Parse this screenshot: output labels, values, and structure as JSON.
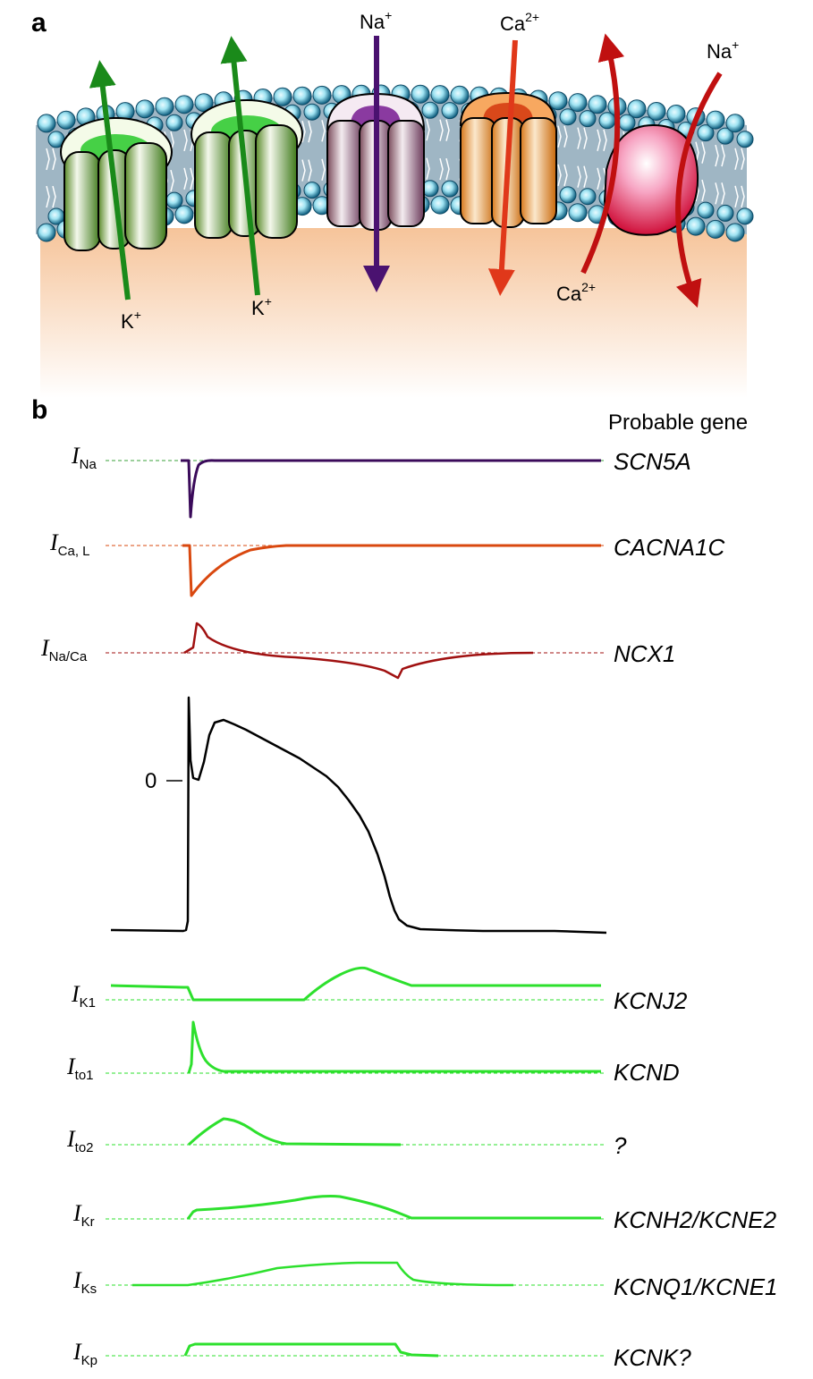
{
  "panel_a": {
    "letter": "a",
    "ions": {
      "k1": {
        "base": "K",
        "sup": "+"
      },
      "k2": {
        "base": "K",
        "sup": "+"
      },
      "na": {
        "base": "Na",
        "sup": "+"
      },
      "ca": {
        "base": "Ca",
        "sup": "2+"
      },
      "exch_na": {
        "base": "Na",
        "sup": "+"
      },
      "exch_ca": {
        "base": "Ca",
        "sup": "2+"
      }
    },
    "colors": {
      "k_arrow": "#1a8a1a",
      "na_arrow": "#4a1270",
      "ca_arrow": "#e0381a",
      "exchanger_arrow": "#c01010",
      "membrane_head": "#1a6a8a",
      "cytoplasm": "#f7c9a0"
    }
  },
  "panel_b": {
    "letter": "b",
    "gene_header": "Probable gene",
    "zero_label": "0",
    "currents": [
      {
        "key": "na",
        "I": "I",
        "sub": "Na",
        "gene": "SCN5A",
        "color": "#3a0a5a"
      },
      {
        "key": "cal",
        "I": "I",
        "sub": "Ca, L",
        "gene": "CACNA1C",
        "color": "#d9480f"
      },
      {
        "key": "naca",
        "I": "I",
        "sub": "Na/Ca",
        "gene": "NCX1",
        "color": "#a01010"
      },
      {
        "key": "k1",
        "I": "I",
        "sub": "K1",
        "gene": "KCNJ2",
        "color": "#2de02d"
      },
      {
        "key": "to1",
        "I": "I",
        "sub": "to1",
        "gene": "KCND",
        "color": "#2de02d"
      },
      {
        "key": "to2",
        "I": "I",
        "sub": "to2",
        "gene": "?",
        "color": "#2de02d"
      },
      {
        "key": "kr",
        "I": "I",
        "sub": "Kr",
        "gene": "KCNH2/KCNE2",
        "color": "#2de02d"
      },
      {
        "key": "ks",
        "I": "I",
        "sub": "Ks",
        "gene": "KCNQ1/KCNE1",
        "color": "#2de02d"
      },
      {
        "key": "kp",
        "I": "I",
        "sub": "Kp",
        "gene": "KCNK?",
        "color": "#2de02d"
      }
    ],
    "action_potential_color": "#000000"
  }
}
